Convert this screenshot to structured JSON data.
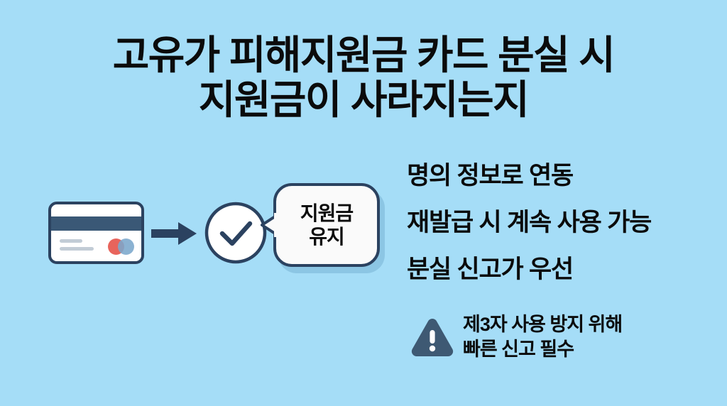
{
  "background_color": "#a5ddf7",
  "headline": {
    "line1": "고유가 피해지원금 카드 분실 시",
    "line2": "지원금이 사라지는지"
  },
  "illustration": {
    "card_label": "credit-card",
    "arrow_label": "arrow-right",
    "check_label": "check-circle",
    "bubble": {
      "line1": "지원금",
      "line2": "유지"
    },
    "colors": {
      "card_border": "#2b4260",
      "card_stripe": "#3a5876",
      "card_body": "#ffffff",
      "chip_red": "#e8645c",
      "chip_blue": "#7ba7cc",
      "arrow": "#2b4260",
      "bubble_fill": "#fafafa",
      "bubble_border": "#2b4260",
      "bubble_shadow": "#6eaacd"
    }
  },
  "points": [
    {
      "text": "명의 정보로 연동"
    },
    {
      "text": "재발급 시 계속 사용 가능"
    },
    {
      "text": "분실 신고가 우선"
    }
  ],
  "warning": {
    "icon": "warning-triangle",
    "icon_color": "#3e5973",
    "line1": "제3자 사용 방지 위해",
    "line2": "빠른 신고 필수"
  }
}
